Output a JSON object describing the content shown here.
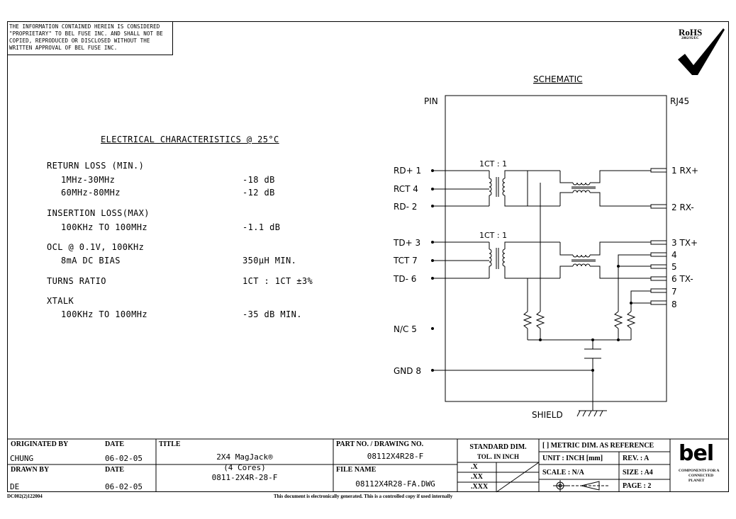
{
  "notice": "THE INFORMATION CONTAINED HEREIN IS CONSIDERED \"PROPRIETARY\" TO BEL FUSE INC. AND SHALL NOT BE COPIED, REPRODUCED OR DISCLOSED WITHOUT THE WRITTEN APPROVAL OF BEL FUSE INC.",
  "rohs": {
    "title": "RoHS",
    "sub": "2002/95/EC"
  },
  "electrical": {
    "heading": "ELECTRICAL CHARACTERISTICS @ 25°C",
    "rows": [
      {
        "label": "RETURN LOSS (MIN.)",
        "value": ""
      },
      {
        "label": "1MHz-30MHz",
        "value": "-18 dB"
      },
      {
        "label": "60MHz-80MHz",
        "value": "-12 dB"
      },
      {
        "label": "INSERTION LOSS(MAX)",
        "value": ""
      },
      {
        "label": "100KHz TO 100MHz",
        "value": "-1.1 dB"
      },
      {
        "label": "OCL @ 0.1V, 100KHz",
        "value": ""
      },
      {
        "label": "8mA DC BIAS",
        "value": "350μH MIN."
      },
      {
        "label": "TURNS RATIO",
        "value": "1CT : 1CT ±3%"
      },
      {
        "label": "XTALK",
        "value": ""
      },
      {
        "label": "100KHz TO 100MHz",
        "value": "-35 dB MIN."
      }
    ]
  },
  "schematic": {
    "title": "SCHEMATIC",
    "pin_header": "PIN",
    "rj45_header": "RJ45",
    "ratio_top": "1CT : 1",
    "ratio_bottom": "1CT : 1",
    "left_pins": [
      {
        "label": "RD+ 1"
      },
      {
        "label": "RCT 4"
      },
      {
        "label": "RD- 2"
      },
      {
        "label": "TD+ 3"
      },
      {
        "label": "TCT 7"
      },
      {
        "label": "TD- 6"
      },
      {
        "label": "N/C 5"
      },
      {
        "label": "GND 8"
      }
    ],
    "right_pins": [
      {
        "label": "1  RX+"
      },
      {
        "label": "2  RX-"
      },
      {
        "label": "3  TX+"
      },
      {
        "label": "4"
      },
      {
        "label": "5"
      },
      {
        "label": "6  TX-"
      },
      {
        "label": "7"
      },
      {
        "label": "8"
      }
    ],
    "shield": "SHIELD"
  },
  "title_block": {
    "originated_by_label": "ORIGINATED BY",
    "originated_by": "CHUNG",
    "date_label": "DATE",
    "date1": "06-02-05",
    "drawn_by_label": "DRAWN BY",
    "drawn_by": "DE",
    "date2": "06-02-05",
    "title_label": "TITLE",
    "title_line1": "2X4 MagJack®",
    "title_line2": "(4 Cores)",
    "title_line3": "0811-2X4R-28-F",
    "part_label": "PART NO. / DRAWING NO.",
    "part_no": "08112X4R28-F",
    "file_label": "FILE NAME",
    "file_name": "08112X4R28-FA.DWG",
    "std_dim": "STANDARD DIM.",
    "tol": "TOL. IN INCH",
    "tol_x": ".X",
    "tol_xx": ".XX",
    "tol_xxx": ".XXX",
    "metric": "[ ] METRIC DIM. AS REFERENCE",
    "unit": "UNIT : INCH [mm]",
    "rev": "REV. :  A",
    "scale": "SCALE :    N/A",
    "size": "SIZE :  A4",
    "page": "PAGE :  2",
    "logo": "bel",
    "logo_tag1": "COMPONENTS FOR A",
    "logo_tag2": "CONNECTED",
    "logo_tag3": "PLANET"
  },
  "footer": {
    "code": "DC002(2)122004",
    "note": "This document is electronically generated. This is a controlled copy if used internally"
  }
}
